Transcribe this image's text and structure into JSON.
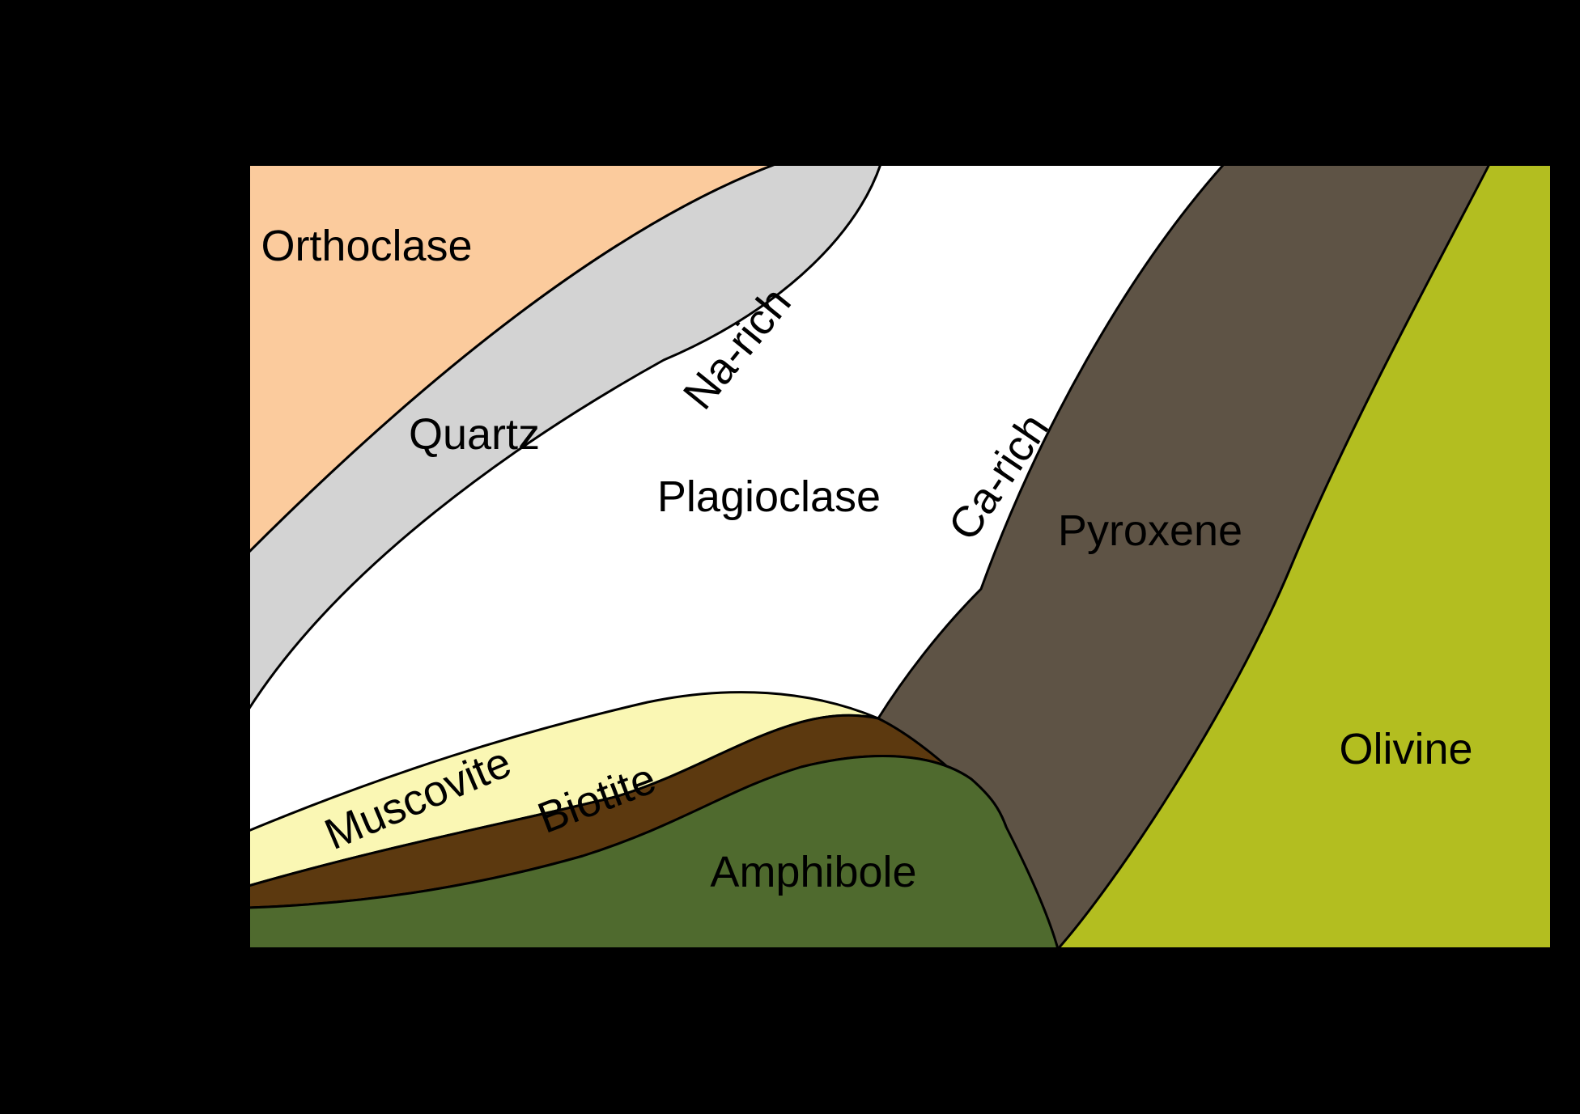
{
  "diagram": {
    "name": "mineralogy-of-igneous-rocks",
    "page_background": "#000000",
    "plot_background": "#ffffff",
    "border_color": "#000000"
  },
  "regions": {
    "orthoclase": {
      "label": "Orthoclase",
      "color": "#fbcb9d"
    },
    "quartz": {
      "label": "Quartz",
      "color": "#d3d3d3"
    },
    "plagioclase": {
      "label": "Plagioclase",
      "color": "#ffffff",
      "sublabels": {
        "na": "Na-rich",
        "ca": "Ca-rich"
      }
    },
    "pyroxene": {
      "label": "Pyroxene",
      "color": "#5e5345"
    },
    "olivine": {
      "label": "Olivine",
      "color": "#b3be20"
    },
    "muscovite": {
      "label": "Muscovite",
      "color": "#faf7b4"
    },
    "biotite": {
      "label": "Biotite",
      "color": "#5c390f"
    },
    "amphibole": {
      "label": "Amphibole",
      "color": "#4f6a2e"
    }
  }
}
